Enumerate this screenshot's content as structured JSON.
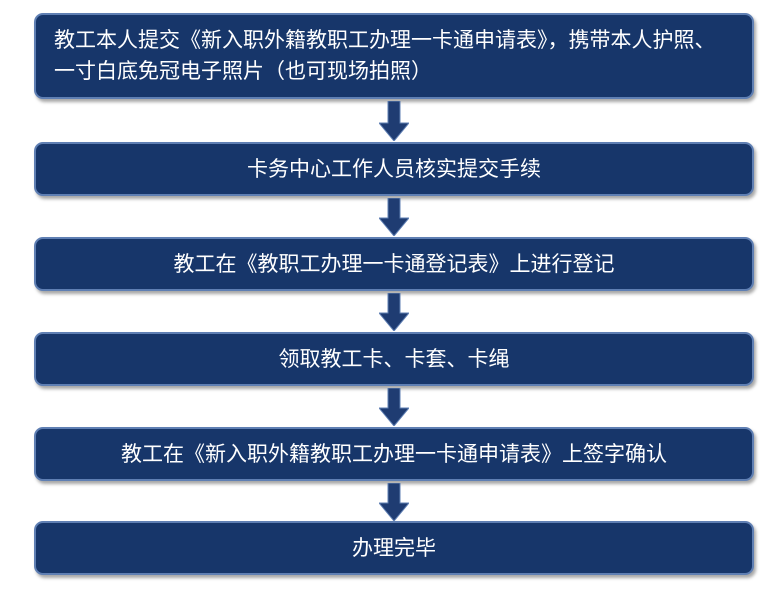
{
  "flowchart": {
    "steps": [
      "教工本人提交《新入职外籍教职工办理一卡通申请表》，携带本人护照、一寸白底免冠电子照片（也可现场拍照）",
      "卡务中心工作人员核实提交手续",
      "教工在《教职工办理一卡通登记表》上进行登记",
      "领取教工卡、卡套、卡绳",
      "教工在《新入职外籍教职工办理一卡通申请表》上签字确认",
      "办理完毕"
    ],
    "colors": {
      "box_fill": "#17366a",
      "box_border": "#5f7fb3",
      "arrow_fill": "#1f3c72",
      "text": "#ffffff"
    }
  }
}
